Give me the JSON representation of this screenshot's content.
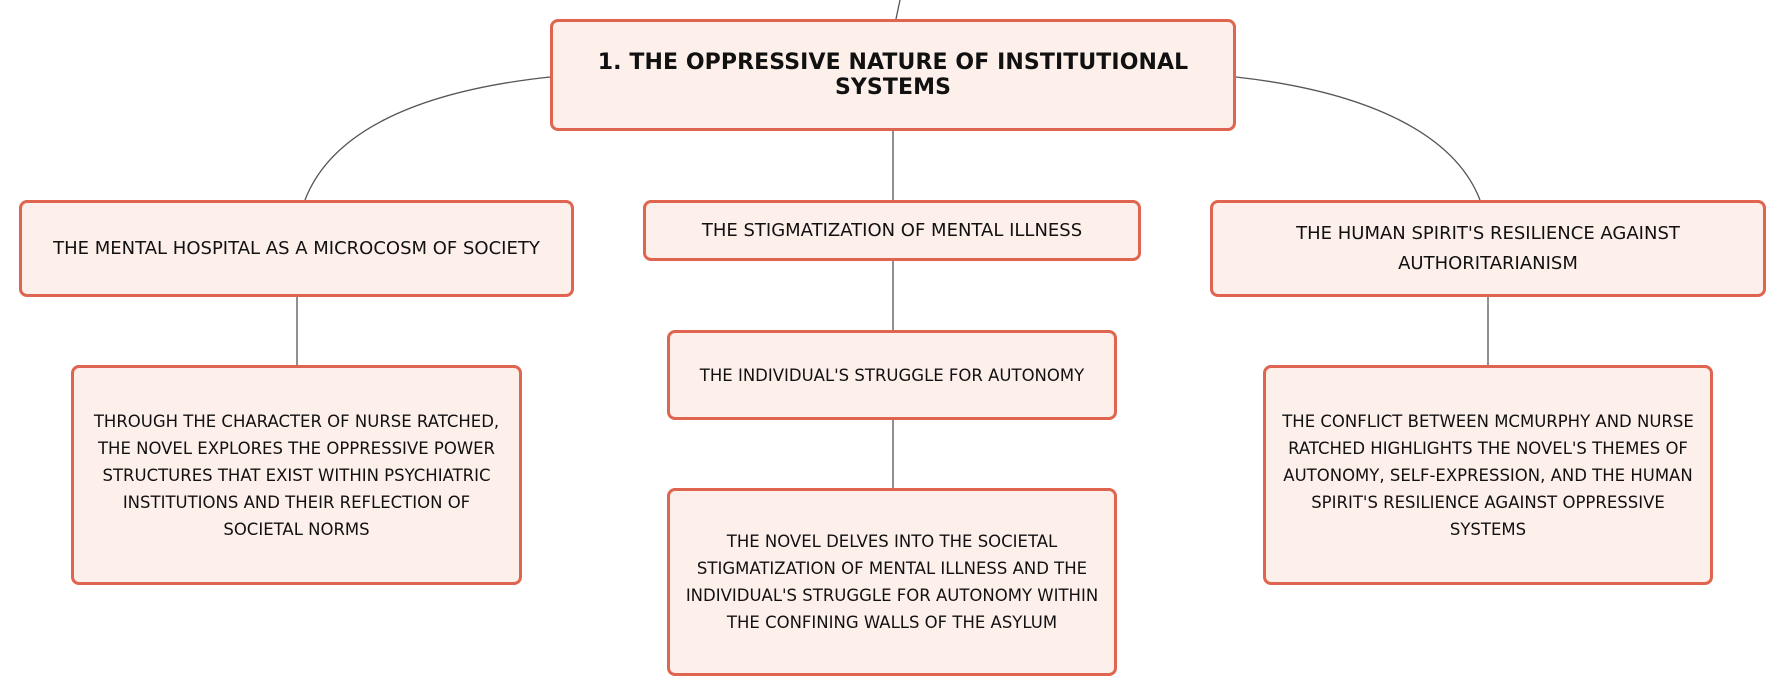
{
  "root": {
    "label": "1. The Oppressive Nature of Institutional Systems"
  },
  "branches": [
    {
      "label": "The Mental Hospital as a Microcosm of Society",
      "children": [
        {
          "label": "Through the character of Nurse Ratched, the novel explores the oppressive power structures that exist within psychiatric institutions and their reflection of societal norms"
        }
      ]
    },
    {
      "label": "The Stigmatization of Mental Illness",
      "children": [
        {
          "label": "The Individual's Struggle for Autonomy"
        },
        {
          "label": "The novel delves into the societal stigmatization of mental illness and the individual's struggle for autonomy within the confining walls of the asylum"
        }
      ]
    },
    {
      "label": "The Human Spirit's Resilience Against Authoritarianism",
      "children": [
        {
          "label": "The conflict between McMurphy and Nurse Ratched highlights the novel's themes of autonomy, self-expression, and the human spirit's resilience against oppressive systems"
        }
      ]
    }
  ],
  "colors": {
    "node_fill": "#fdf0eb",
    "node_border": "#e06550",
    "connector": "#555555",
    "text": "#111111"
  }
}
